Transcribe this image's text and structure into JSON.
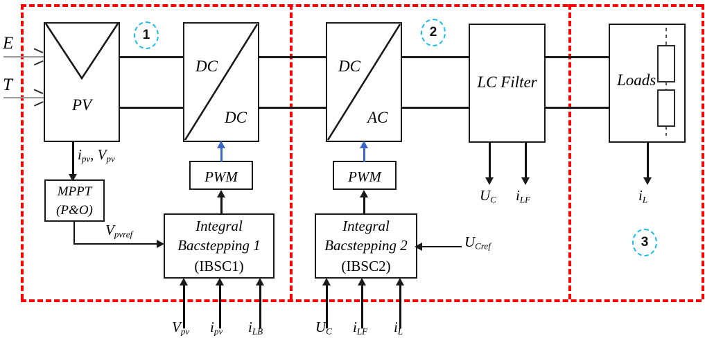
{
  "diagram": {
    "title": "PV system with integral backstepping control block diagram",
    "accent_red": "#ff0000",
    "accent_cyan": "#16bdf0",
    "accent_blue": "#3a66c4"
  },
  "zones": [
    {
      "id": "zone-1",
      "number": "1"
    },
    {
      "id": "zone-2",
      "number": "2"
    },
    {
      "id": "zone-3",
      "number": "3"
    }
  ],
  "blocks": {
    "pv": {
      "label": "PV"
    },
    "dcdc": {
      "label_top": "DC",
      "label_bottom": "DC"
    },
    "dcac": {
      "label_top": "DC",
      "label_bottom": "AC"
    },
    "lc_filter": {
      "label": "LC Filter"
    },
    "loads": {
      "label": "Loads"
    },
    "mppt": {
      "line1": "MPPT",
      "line2": "(P&O)"
    },
    "pwm1": {
      "label": "PWM"
    },
    "pwm2": {
      "label": "PWM"
    },
    "ibsc1": {
      "line1": "Integral",
      "line2": "Bacstepping 1",
      "line3": "(IBSC1)"
    },
    "ibsc2": {
      "line1": "Integral",
      "line2": "Bacstepping 2",
      "line3": "(IBSC2)"
    }
  },
  "signals": {
    "irradiance": "E",
    "temperature": "T",
    "pv_measure": "iₚᵥ, Vₚᵥ",
    "pv_measure_i": "i",
    "pv_measure_i_sub": "pv",
    "pv_measure_v": "V",
    "pv_measure_v_sub": "pv",
    "vpvref": "V",
    "vpvref_sub": "pvref",
    "ucref": "U",
    "ucref_sub": "Cref",
    "uc_out": "U",
    "uc_out_sub": "C",
    "ilf_out": "i",
    "ilf_out_sub": "LF",
    "il_out": "i",
    "il_out_sub": "L"
  },
  "ibsc1_inputs": [
    {
      "base": "V",
      "sub": "pv"
    },
    {
      "base": "i",
      "sub": "pv"
    },
    {
      "base": "i",
      "sub": "LB"
    }
  ],
  "ibsc2_inputs": [
    {
      "base": "U",
      "sub": "C"
    },
    {
      "base": "i",
      "sub": "LF"
    },
    {
      "base": "i",
      "sub": "L"
    }
  ]
}
